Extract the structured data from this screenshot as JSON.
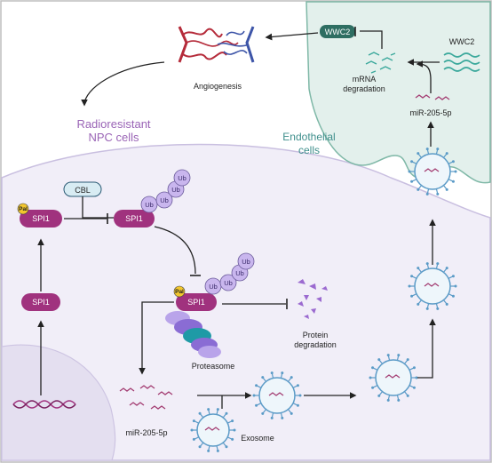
{
  "labels": {
    "angiogenesis": "Angiogenesis",
    "radioresistant_line1": "Radioresistant",
    "radioresistant_line2": "NPC cells",
    "endothelial_line1": "Endothelial",
    "endothelial_line2": "cells",
    "cbl": "CBL",
    "spi1": "SPI1",
    "pa": "Pal",
    "ub": "Ub",
    "proteasome": "Proteasome",
    "protein_degradation_line1": "Protein",
    "protein_degradation_line2": "degradation",
    "mir_nucleus": "miR-205-5p",
    "mir_endothelial": "miR-205-5p",
    "exosome": "Exosome",
    "wwc2_box": "WWC2",
    "wwc2_mrna": "WWC2",
    "mrna_degradation_line1": "mRNA",
    "mrna_degradation_line2": "degradation"
  },
  "colors": {
    "spi1": "#a0327e",
    "pa": "#f2c62e",
    "ub": "#c9b6ee",
    "cbl": "#d8ecf3",
    "wwc2_box": "#2e6e62",
    "cell_fill": "#f1eef8",
    "endo_fill": "#e3f0ec",
    "mirna": "#a23a70",
    "exosome_spikes": "#5b9bc7",
    "title_purple": "#9a64b6",
    "title_teal": "#3f8f8c"
  }
}
